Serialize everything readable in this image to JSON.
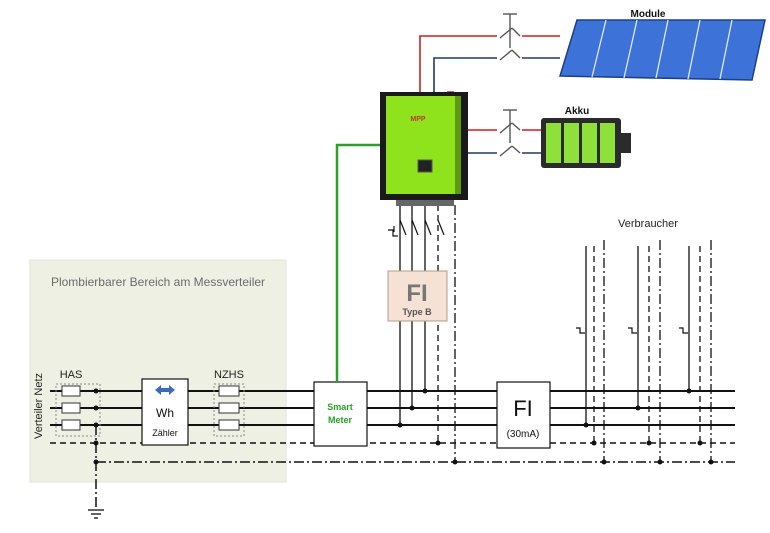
{
  "labels": {
    "module": "Module",
    "akku": "Akku",
    "verbraucher": "Verbraucher",
    "plomb_area": "Plombierbarer Bereich am Messverteiler",
    "verteiler_netz": "Verteiler Netz",
    "has": "HAS",
    "nzhs": "NZHS",
    "wh": "Wh",
    "zaehler": "Zähler",
    "smart_line1": "Smart",
    "smart_line2": "Meter",
    "fi_typeb_big": "FI",
    "fi_typeb_small": "Type B",
    "fi30_big": "FI",
    "fi30_small": "(30mA)",
    "inverter_brand": "MPP"
  },
  "colors": {
    "solar_panel": "#3d73d8",
    "battery_cell": "#8ee03a",
    "inverter_body": "#8fe31d",
    "smart_meter_text": "#2aa02a",
    "plomb_area_bg": "#eef0e4",
    "dc_positive": "#cc1f1f",
    "dc_negative": "#1f3a66",
    "comm_line": "#2aa02a",
    "fi_typeb_bg": "#f5e2d4"
  }
}
